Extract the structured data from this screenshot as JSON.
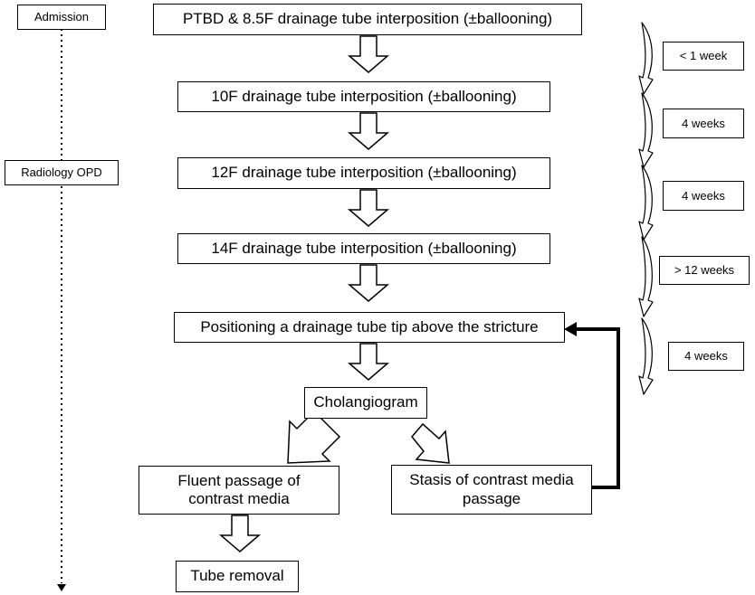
{
  "timeline": {
    "admission": "Admission",
    "radiology_opd": "Radiology OPD"
  },
  "steps": {
    "ptbd": "PTBD & 8.5F drainage tube interposition (±ballooning)",
    "tube10": "10F drainage tube interposition (±ballooning)",
    "tube12": "12F drainage tube interposition (±ballooning)",
    "tube14": "14F drainage tube interposition (±ballooning)",
    "positioning": "Positioning a drainage tube tip above the stricture",
    "cholangiogram": "Cholangiogram",
    "fluent_line1": "Fluent passage of",
    "fluent_line2": "contrast media",
    "stasis_line1": "Stasis of contrast media",
    "stasis_line2": "passage",
    "removal": "Tube removal"
  },
  "durations": [
    "< 1 week",
    "4 weeks",
    "4 weeks",
    "> 12 weeks",
    "4 weeks"
  ]
}
